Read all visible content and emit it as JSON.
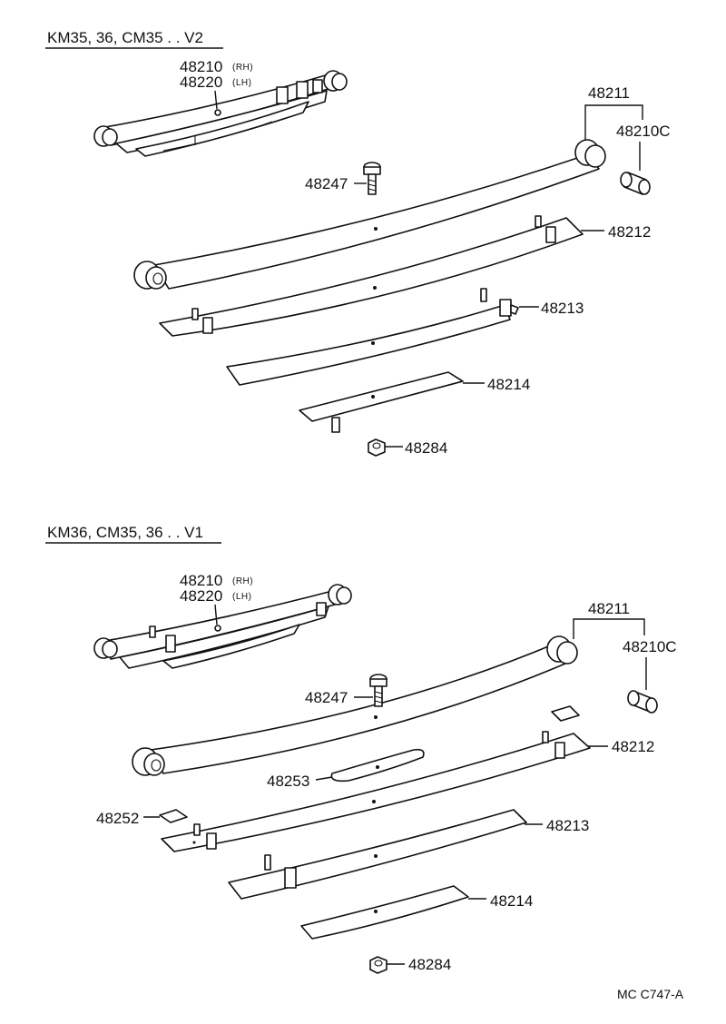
{
  "sections": [
    {
      "title": "KM35, 36, CM35 . . V2",
      "labels": {
        "assembly_rh": "48210",
        "rh": "(RH)",
        "assembly_lh": "48220",
        "lh": "(LH)",
        "main_leaf": "48211",
        "bushing": "48210C",
        "center_bolt": "48247",
        "leaf_2": "48212",
        "leaf_3": "48213",
        "leaf_4": "48214",
        "nut": "48284"
      }
    },
    {
      "title": "KM36, CM35, 36 . . V1",
      "labels": {
        "assembly_rh": "48210",
        "rh": "(RH)",
        "assembly_lh": "48220",
        "lh": "(LH)",
        "main_leaf": "48211",
        "bushing": "48210C",
        "center_bolt": "48247",
        "leaf_2": "48212",
        "spacer_plate": "48253",
        "insulator": "48252",
        "leaf_3": "48213",
        "leaf_4": "48214",
        "nut": "48284"
      }
    }
  ],
  "footer": {
    "code": "MC  C747-A"
  }
}
